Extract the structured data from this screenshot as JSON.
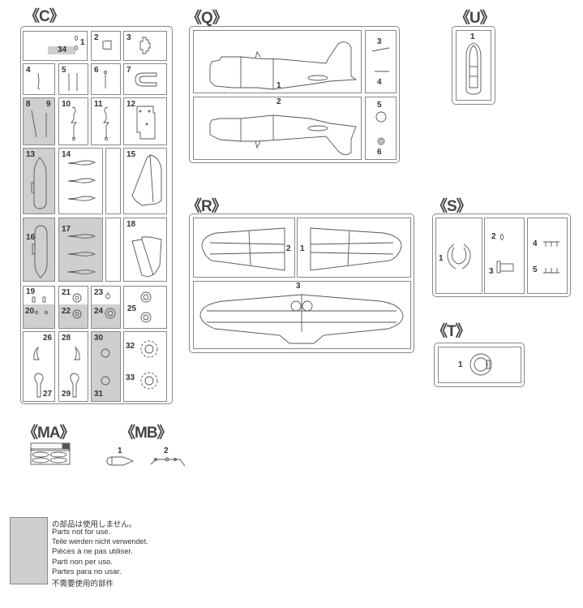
{
  "sprues": {
    "C": {
      "label": "《C》",
      "parts": {
        "1": "1",
        "2": "2",
        "3": "3",
        "4": "4",
        "5": "5",
        "6": "6",
        "7": "7",
        "8": "8",
        "9": "9",
        "10": "10",
        "11": "11",
        "12": "12",
        "13": "13",
        "14": "14",
        "15": "15",
        "16": "16",
        "17": "17",
        "18": "18",
        "19": "19",
        "20": "20",
        "21": "21",
        "22": "22",
        "23": "23",
        "24": "24",
        "25": "25",
        "26": "26",
        "27": "27",
        "28": "28",
        "29": "29",
        "30": "30",
        "31": "31",
        "32": "32",
        "33": "33",
        "34": "34"
      }
    },
    "Q": {
      "label": "《Q》",
      "parts": {
        "1": "1",
        "2": "2",
        "3": "3",
        "4": "4",
        "5": "5",
        "6": "6"
      }
    },
    "U": {
      "label": "《U》",
      "parts": {
        "1": "1"
      }
    },
    "R": {
      "label": "《R》",
      "parts": {
        "1": "1",
        "2": "2",
        "3": "3"
      }
    },
    "S": {
      "label": "《S》",
      "parts": {
        "1": "1",
        "2": "2",
        "3": "3",
        "4": "4",
        "5": "5"
      }
    },
    "T": {
      "label": "《T》",
      "parts": {
        "1": "1"
      }
    },
    "MA": {
      "label": "《MA》"
    },
    "MB": {
      "label": "《MB》",
      "parts": {
        "1": "1",
        "2": "2"
      }
    }
  },
  "legend": {
    "lines": [
      "の部品は使用しません。",
      "Parts not for use.",
      "Teile werden nicht verwendet.",
      "Pièces à ne pas utiliser.",
      "Parti non per uso.",
      "Partes para no usar.",
      "不需要使用的部件"
    ]
  },
  "colors": {
    "unused_shade": "#cfcfcf",
    "line": "#555555"
  }
}
